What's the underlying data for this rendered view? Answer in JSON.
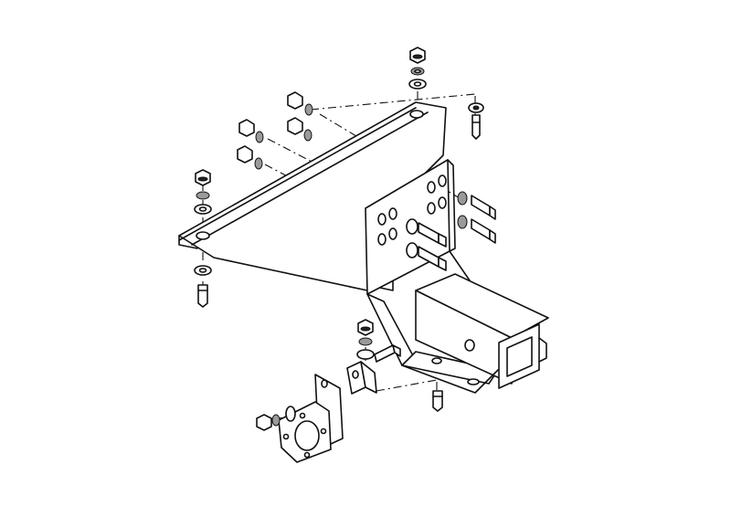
{
  "diagram": {
    "parts": [
      "receiver-hitch-frame",
      "mounting-bracket-plate",
      "wiring-bracket",
      "connector-plate",
      "hex-bolts",
      "hex-nuts",
      "flat-washers",
      "lock-washers"
    ]
  }
}
